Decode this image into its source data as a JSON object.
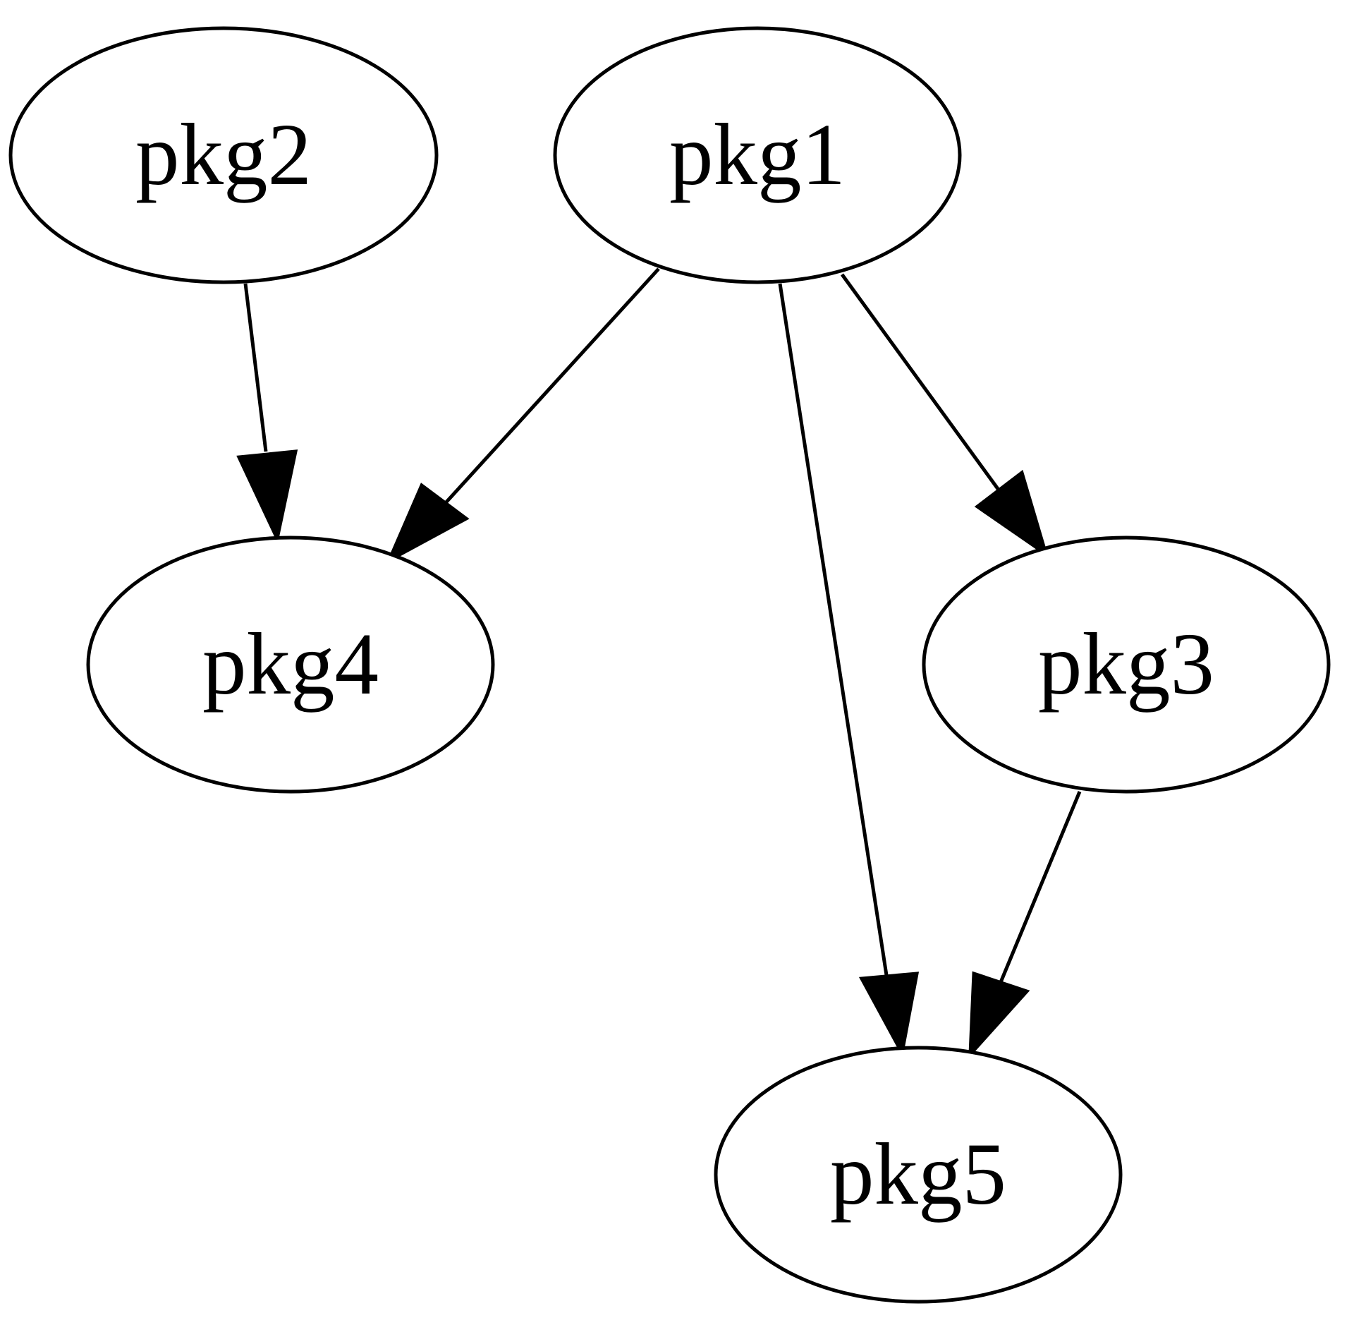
{
  "diagram": {
    "type": "directed-graph",
    "colors": {
      "background": "#ffffff",
      "stroke": "#000000",
      "node_fill": "#ffffff",
      "text": "#000000"
    },
    "nodes": [
      {
        "id": "pkg2",
        "label": "pkg2"
      },
      {
        "id": "pkg1",
        "label": "pkg1"
      },
      {
        "id": "pkg4",
        "label": "pkg4"
      },
      {
        "id": "pkg3",
        "label": "pkg3"
      },
      {
        "id": "pkg5",
        "label": "pkg5"
      }
    ],
    "edges": [
      {
        "from": "pkg2",
        "to": "pkg4"
      },
      {
        "from": "pkg1",
        "to": "pkg4"
      },
      {
        "from": "pkg1",
        "to": "pkg5"
      },
      {
        "from": "pkg1",
        "to": "pkg3"
      },
      {
        "from": "pkg3",
        "to": "pkg5"
      }
    ]
  }
}
